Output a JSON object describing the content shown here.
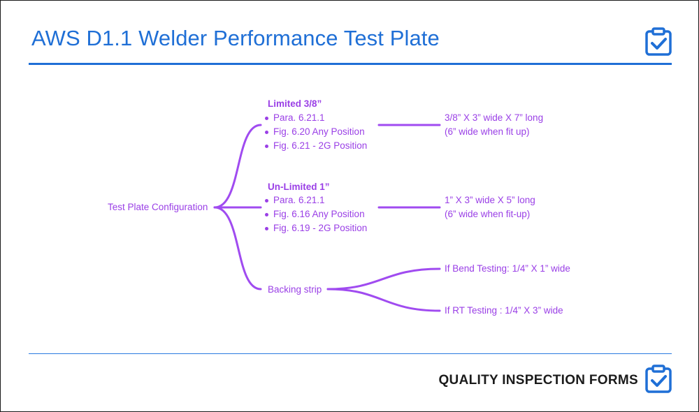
{
  "header": {
    "title": "AWS D1.1 Welder Performance Test Plate"
  },
  "diagram": {
    "root": "Test Plate Configuration",
    "limited": {
      "title": "Limited 3/8”",
      "items": [
        "Para. 6.21.1",
        "Fig. 6.20 Any Position",
        "Fig. 6.21 - 2G Position"
      ],
      "result_line1": "3/8” X 3” wide X 7” long",
      "result_line2": "(6” wide when fit up)"
    },
    "unlimited": {
      "title": "Un-Limited 1”",
      "items": [
        "Para. 6.21.1",
        "Fig. 6.16 Any Position",
        "Fig. 6.19 - 2G Position"
      ],
      "result_line1": "1” X 3” wide X 5” long",
      "result_line2": "(6” wide when fit-up)"
    },
    "backing": {
      "title": "Backing strip",
      "bend": "If Bend Testing: 1/4” X 1” wide",
      "rt": "If RT Testing : 1/4” X 3” wide"
    }
  },
  "footer": {
    "brand": "QUALITY INSPECTION FORMS"
  },
  "colors": {
    "accent_blue": "#1f6fd6",
    "diagram_purple": "#9a3fe6"
  },
  "icons": {
    "header_icon": "clipboard-check-icon",
    "footer_icon": "clipboard-check-icon"
  }
}
